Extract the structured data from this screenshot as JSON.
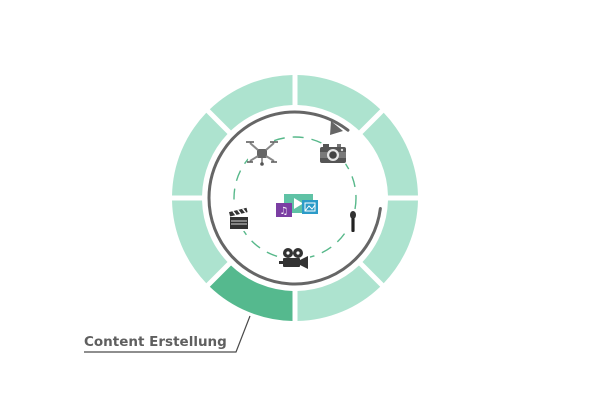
{
  "diagram": {
    "label": "Content Erstellung",
    "segments_total": 8,
    "active_segment": "content-erstellung",
    "colors": {
      "segment": "#ade3cf",
      "segment_active": "#55b98e",
      "arrow": "#666666",
      "dashed_ring": "#57b88a",
      "leader_line": "#4a4a4a",
      "label_text": "#5f5f5f"
    },
    "icons": [
      {
        "name": "drone-icon"
      },
      {
        "name": "camera-icon"
      },
      {
        "name": "microphone-icon"
      },
      {
        "name": "video-camera-icon"
      },
      {
        "name": "clapperboard-icon"
      },
      {
        "name": "media-files-icon"
      }
    ]
  }
}
